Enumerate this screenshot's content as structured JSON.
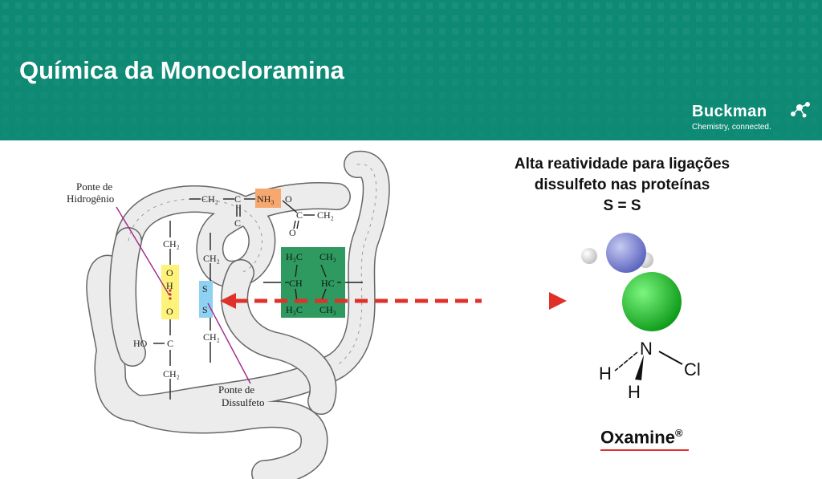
{
  "slide": {
    "title": "Química da Monocloramina"
  },
  "logo": {
    "name": "Buckman",
    "tagline": "Chemistry, connected."
  },
  "headline": {
    "line1": "Alta reatividade para ligações",
    "line2": "dissulfeto nas proteínas",
    "line3": "S = S"
  },
  "protein": {
    "label_hydrogen_bridge_1": "Ponte de",
    "label_hydrogen_bridge_2": "Hidrogênio",
    "label_disulfide_bridge_1": "Ponte de",
    "label_disulfide_bridge_2": "Dissulfeto",
    "ch2_top": "CH₂",
    "c_top": "C",
    "nh3": "NH₃",
    "o_top": "O",
    "c_right": "C",
    "ch2_right": "CH₂",
    "o_lower": "O",
    "c_under": "C",
    "ch2_left": "CH₂",
    "o_h_1": "O",
    "o_h_2": "H",
    "o_h_3": "O",
    "ho": "HO",
    "c_left": "C",
    "ch2_bottom": "CH₂",
    "ch2_mid": "CH₂",
    "s1": "S",
    "s2": "S",
    "ch2_mid_low": "CH₂",
    "h3c_1": "H₃C",
    "ch3_1": "CH₃",
    "ch": "CH",
    "hc": "HC",
    "h3c_2": "H₃C",
    "ch3_2": "CH₃"
  },
  "molecule": {
    "n": "N",
    "h_left": "H",
    "cl": "Cl",
    "h_bottom": "H"
  },
  "product": {
    "name": "Oxamine",
    "mark": "®"
  },
  "colors": {
    "header": "#0e8a74",
    "arrow": "#e0302a",
    "nitrogen": "#7f86d6",
    "chlorine": "#1fc02a",
    "hydrogen_bridge": "#fff27a",
    "disulfide": "#8fd1f0",
    "amine": "#f6a86e",
    "hydrophobic": "#2e9a5f"
  }
}
